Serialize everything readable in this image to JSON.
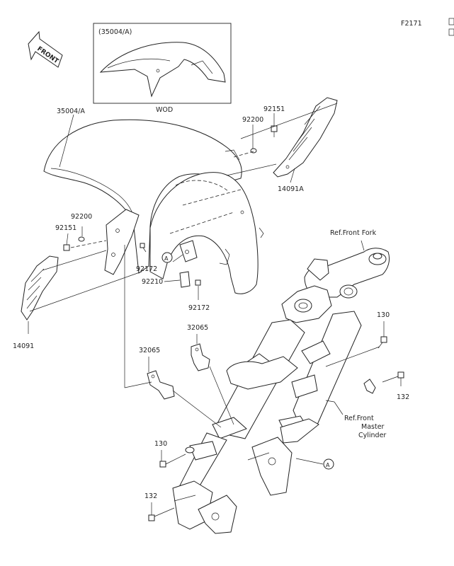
{
  "figure_code": "F2171",
  "front_arrow_label": "FRONT",
  "inset": {
    "title": "(35004/A)",
    "caption": "WOD"
  },
  "callout_letter": "A",
  "parts": {
    "p35004a": "35004/A",
    "p92151_upper": "92151",
    "p92200_upper": "92200",
    "p14091a": "14091A",
    "p92200_left": "92200",
    "p92151_left": "92151",
    "p92172_left": "92172",
    "p92210": "92210",
    "p92172_bottom": "92172",
    "p14091": "14091",
    "p32065_upper": "32065",
    "p32065_lower": "32065",
    "p130_right": "130",
    "p132_right": "132",
    "p130_left": "130",
    "p132_left": "132"
  },
  "references": {
    "front_fork": "Ref.Front Fork",
    "master_cylinder_line1": "Ref.Front",
    "master_cylinder_line2": "Master",
    "master_cylinder_line3": "Cylinder"
  }
}
